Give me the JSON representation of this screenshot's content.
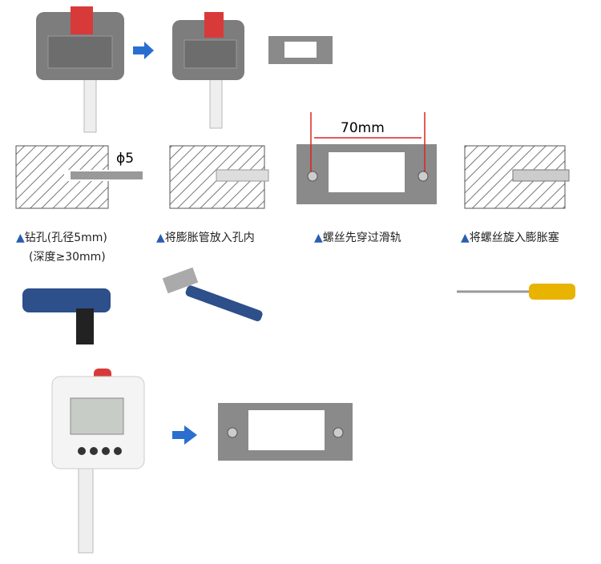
{
  "steps": [
    {
      "label": "钻孔(孔径5mm)",
      "label2": "(深度≥30mm)"
    },
    {
      "label": "将膨胀管放入孔内"
    },
    {
      "label": "螺丝先穿过滑轨"
    },
    {
      "label": "将螺丝旋入膨胀塞"
    }
  ],
  "dimensions": {
    "hole": "ϕ5",
    "rail_spacing": "70mm"
  },
  "triangle": "▲",
  "colors": {
    "arrow": "#2a6fd0",
    "triangle": "#2a5db0",
    "device_gray": "#7a7a7a",
    "clip_red": "#d83a3a"
  }
}
